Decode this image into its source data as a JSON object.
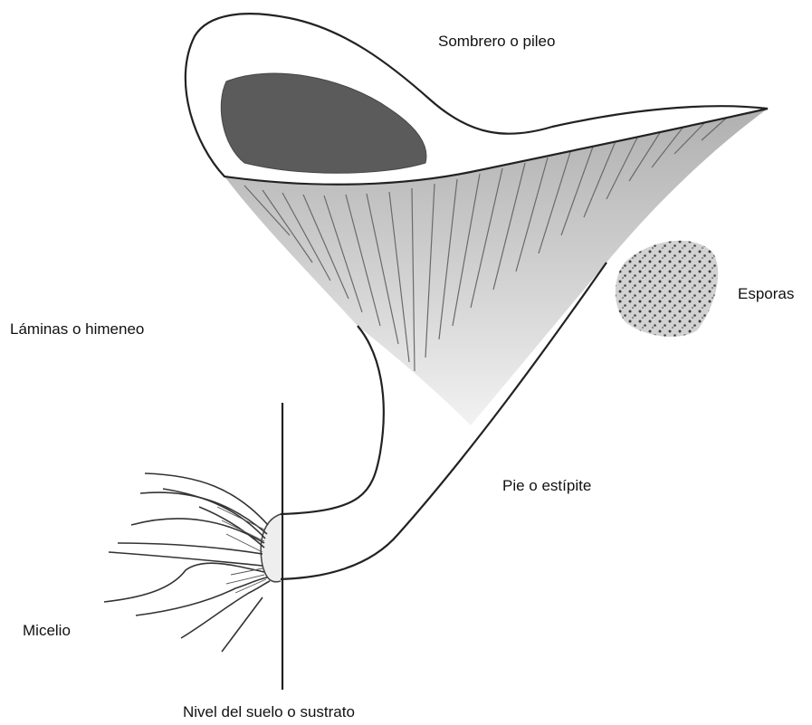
{
  "labels": {
    "sombrero": "Sombrero o pileo",
    "laminas": "Láminas o himeneo",
    "esporas": "Esporas",
    "pie": "Pie o estípite",
    "micelio": "Micelio",
    "nivel": "Nivel del suelo o sustrato"
  },
  "colors": {
    "ink": "#222222",
    "cap_shadow": "#4a4a4a",
    "gill_shade": "#b8b8b8",
    "spore_dot": "#3a3a3a",
    "spore_bg": "#c9c9c9",
    "background": "#ffffff"
  }
}
